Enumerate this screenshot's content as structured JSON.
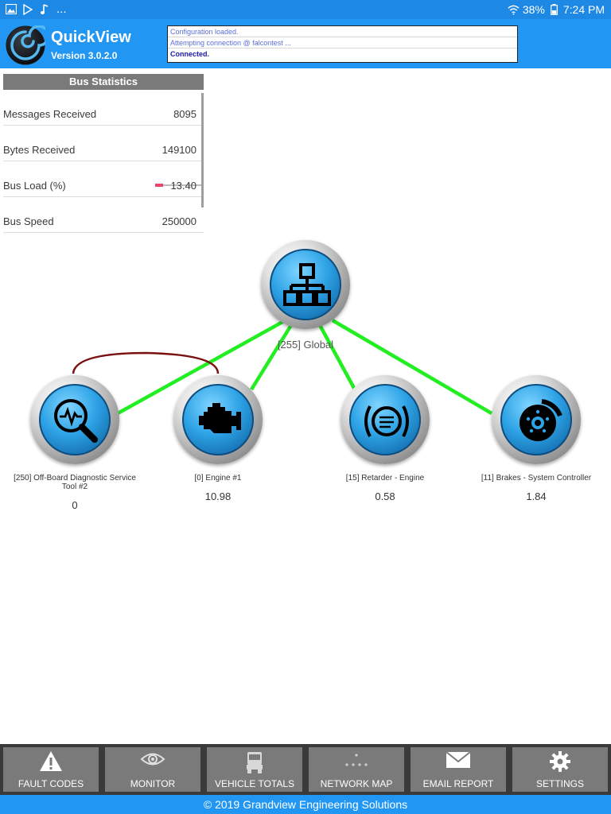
{
  "status_bar": {
    "left_more": "...",
    "battery": "38%",
    "time": "7:24 PM",
    "icons": [
      "image-icon",
      "play-store-icon",
      "music-note-icon",
      "wifi-icon",
      "battery-icon"
    ]
  },
  "header": {
    "title": "QuickView",
    "version": "Version 3.0.2.0",
    "log": [
      "Configuration loaded.",
      "Attempting connection @ falcontest ...",
      "Connected."
    ]
  },
  "bus_statistics": {
    "title": "Bus Statistics",
    "rows": [
      {
        "label": "Messages Received",
        "value": "8095"
      },
      {
        "label": "Bytes Received",
        "value": "149100"
      },
      {
        "label": "Bus Load (%)",
        "value": "13.40"
      },
      {
        "label": "Bus Speed",
        "value": "250000"
      }
    ],
    "bus_load_fraction": 0.134
  },
  "network_map": {
    "global": {
      "label": "[255] Global",
      "icon": "network-hierarchy-icon"
    },
    "nodes": [
      {
        "label": "[250] Off-Board Diagnostic Service Tool #2",
        "value": "0",
        "icon": "diagnostic-magnifier-icon"
      },
      {
        "label": "[0] Engine #1",
        "value": "10.98",
        "icon": "engine-icon"
      },
      {
        "label": "[15] Retarder - Engine",
        "value": "0.58",
        "icon": "retarder-icon"
      },
      {
        "label": "[11] Brakes - System Controller",
        "value": "1.84",
        "icon": "brake-disc-icon"
      }
    ],
    "colors": {
      "link": "#22ee22",
      "peer_link": "#7a1010"
    }
  },
  "toolbar": {
    "buttons": [
      {
        "label": "FAULT CODES",
        "icon": "warning-icon"
      },
      {
        "label": "MONITOR",
        "icon": "eye-icon"
      },
      {
        "label": "VEHICLE TOTALS",
        "icon": "truck-icon"
      },
      {
        "label": "NETWORK MAP",
        "icon": "network-map-icon"
      },
      {
        "label": "EMAIL REPORT",
        "icon": "envelope-icon"
      },
      {
        "label": "SETTINGS",
        "icon": "gear-icon"
      }
    ]
  },
  "footer": {
    "text": "© 2019 Grandview Engineering Solutions"
  },
  "colors": {
    "header": "#2196f3",
    "status_bar": "#1e88e5",
    "toolbar_button": "#7a7a7a"
  }
}
